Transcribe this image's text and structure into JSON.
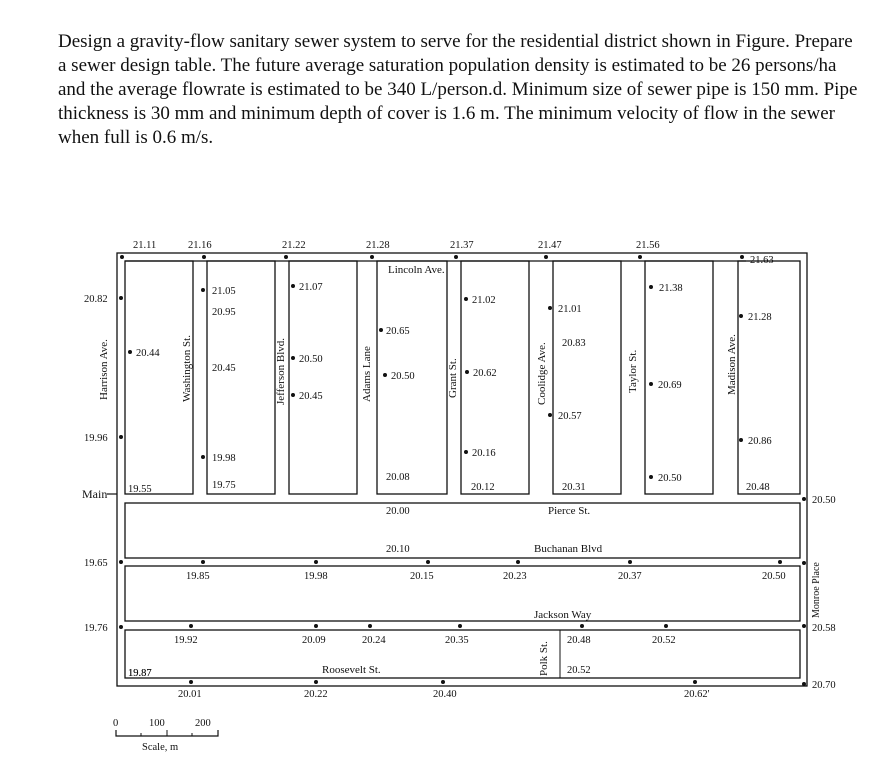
{
  "problem_text": "Design a gravity-flow sanitary sewer system to serve for the residential district shown in Figure. Prepare a sewer design table. The future average saturation population density is estimated to be 26 persons/ha and the average flowrate is estimated to be 340 L/person.d. Minimum size of sewer pipe is 150 mm. Pipe thickness is 30 mm and minimum depth of cover is 1.6 m. The minimum velocity of flow in the sewer when full is 0.6 m/s.",
  "streets": {
    "harrison": "Harrison Ave.",
    "washington": "Washington St.",
    "jefferson": "Jefferson Blvd.",
    "adams": "Adams Lane",
    "grant": "Grant St.",
    "coolidge": "Coolidge Ave.",
    "taylor": "Taylor St.",
    "madison": "Madison Ave.",
    "lincoln": "Lincoln Ave.",
    "pierce": "Pierce St.",
    "buchanan": "Buchanan Blvd",
    "jackson": "Jackson Way",
    "roosevelt": "Roosevelt St.",
    "polk": "Polk St.",
    "monroe": "Monroe Place",
    "main": "Main"
  },
  "elevations": {
    "top": [
      "21.11",
      "21.16",
      "21.22",
      "21.28",
      "21.37",
      "21.47",
      "21.56",
      "21.63"
    ],
    "left_edge": [
      "20.82",
      "19.96",
      "19.65",
      "19.76"
    ],
    "inner": [
      "21.05",
      "20.95",
      "21.07",
      "21.02",
      "21.01",
      "21.38",
      "21.28",
      "20.65",
      "20.83",
      "20.44",
      "20.45",
      "20.50",
      "20.45",
      "20.50",
      "20.62",
      "20.69",
      "20.57",
      "20.86",
      "20.16",
      "19.98",
      "19.75",
      "19.55",
      "19.87",
      "20.08",
      "20.12",
      "20.31",
      "20.50",
      "20.48",
      "20.50",
      "20.00",
      "20.10"
    ],
    "lower": [
      "19.85",
      "19.98",
      "20.15",
      "20.23",
      "20.37",
      "20.50",
      "20.58",
      "19.92",
      "20.09",
      "20.24",
      "20.35",
      "20.48",
      "20.52",
      "20.52",
      "19.87",
      "20.01",
      "20.22",
      "20.40",
      "20.62'",
      "20.70"
    ]
  },
  "scale": {
    "label": "Scale, m",
    "ticks": [
      "0",
      "100",
      "200"
    ]
  }
}
